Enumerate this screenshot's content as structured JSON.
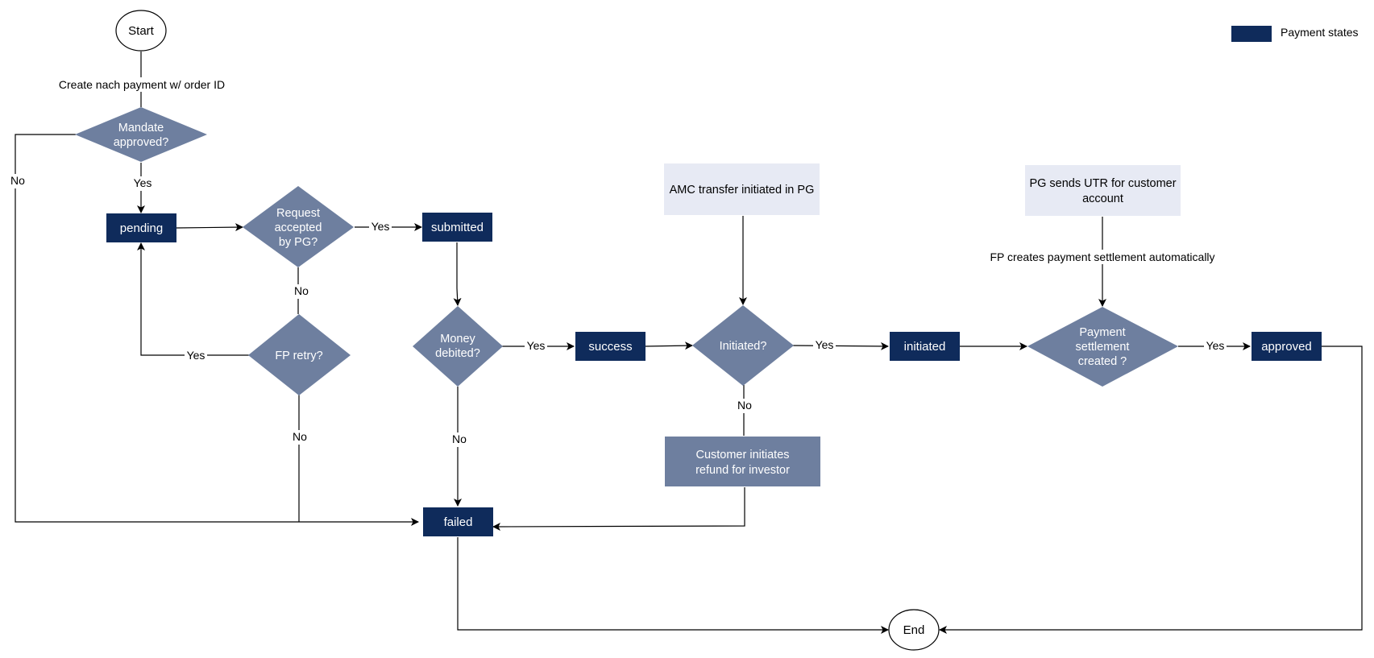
{
  "colors": {
    "state": "#0f2b5b",
    "decision": "#6e7f9f",
    "action": "#6e7f9f",
    "note": "#e7eaf4",
    "line": "#000000"
  },
  "legend": {
    "label": "Payment states"
  },
  "nodes": {
    "start": "Start",
    "end": "End",
    "pending": "pending",
    "submitted": "submitted",
    "success": "success",
    "initiated": "initiated",
    "approved": "approved",
    "failed": "failed",
    "mandate": [
      "Mandate",
      "approved?"
    ],
    "request": [
      "Request",
      "accepted",
      "by PG?"
    ],
    "fp_retry": [
      "FP retry?"
    ],
    "money": [
      "Money",
      "debited?"
    ],
    "initiated_q": [
      "Initiated?"
    ],
    "settlement": [
      "Payment",
      "settlement",
      "created ?"
    ],
    "amc_note": [
      "AMC transfer initiated in PG"
    ],
    "utr_note": [
      "PG sends UTR for customer",
      "account"
    ],
    "refund": [
      "Customer initiates",
      "refund for investor"
    ]
  },
  "edges": {
    "create_payment": "Create nach payment w/ order ID",
    "fp_settlement": "FP creates payment settlement automatically",
    "mandate_yes": "Yes",
    "mandate_no": "No",
    "request_yes": "Yes",
    "request_no": "No",
    "retry_yes": "Yes",
    "retry_no": "No",
    "money_yes": "Yes",
    "money_no": "No",
    "initiated_yes": "Yes",
    "initiated_no": "No",
    "settlement_yes": "Yes"
  }
}
